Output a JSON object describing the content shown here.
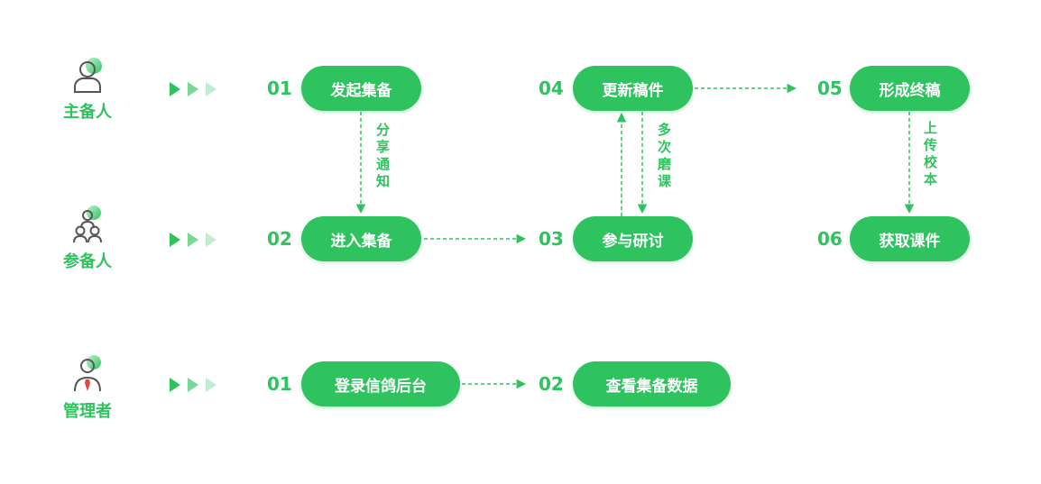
{
  "colors": {
    "accent": "#2fc35f",
    "icon_stroke": "#555555",
    "pill_text": "#ffffff"
  },
  "roles": [
    {
      "label": "主备人",
      "icon": "main-preparer-user-icon",
      "steps": [
        {
          "num": "01",
          "label": "发起集备"
        },
        {
          "num": "04",
          "label": "更新稿件"
        },
        {
          "num": "05",
          "label": "形成终稿"
        }
      ]
    },
    {
      "label": "参备人",
      "icon": "participants-group-icon",
      "steps": [
        {
          "num": "02",
          "label": "进入集备"
        },
        {
          "num": "03",
          "label": "参与研讨"
        },
        {
          "num": "06",
          "label": "获取课件"
        }
      ]
    },
    {
      "label": "管理者",
      "icon": "manager-tie-icon",
      "steps": [
        {
          "num": "01",
          "label": "登录信鸽后台"
        },
        {
          "num": "02",
          "label": "查看集备数据"
        }
      ]
    }
  ],
  "connector_labels": {
    "share_notify": "分享通知",
    "multi_review": "多次磨课",
    "upload_proof": "上传校本"
  }
}
